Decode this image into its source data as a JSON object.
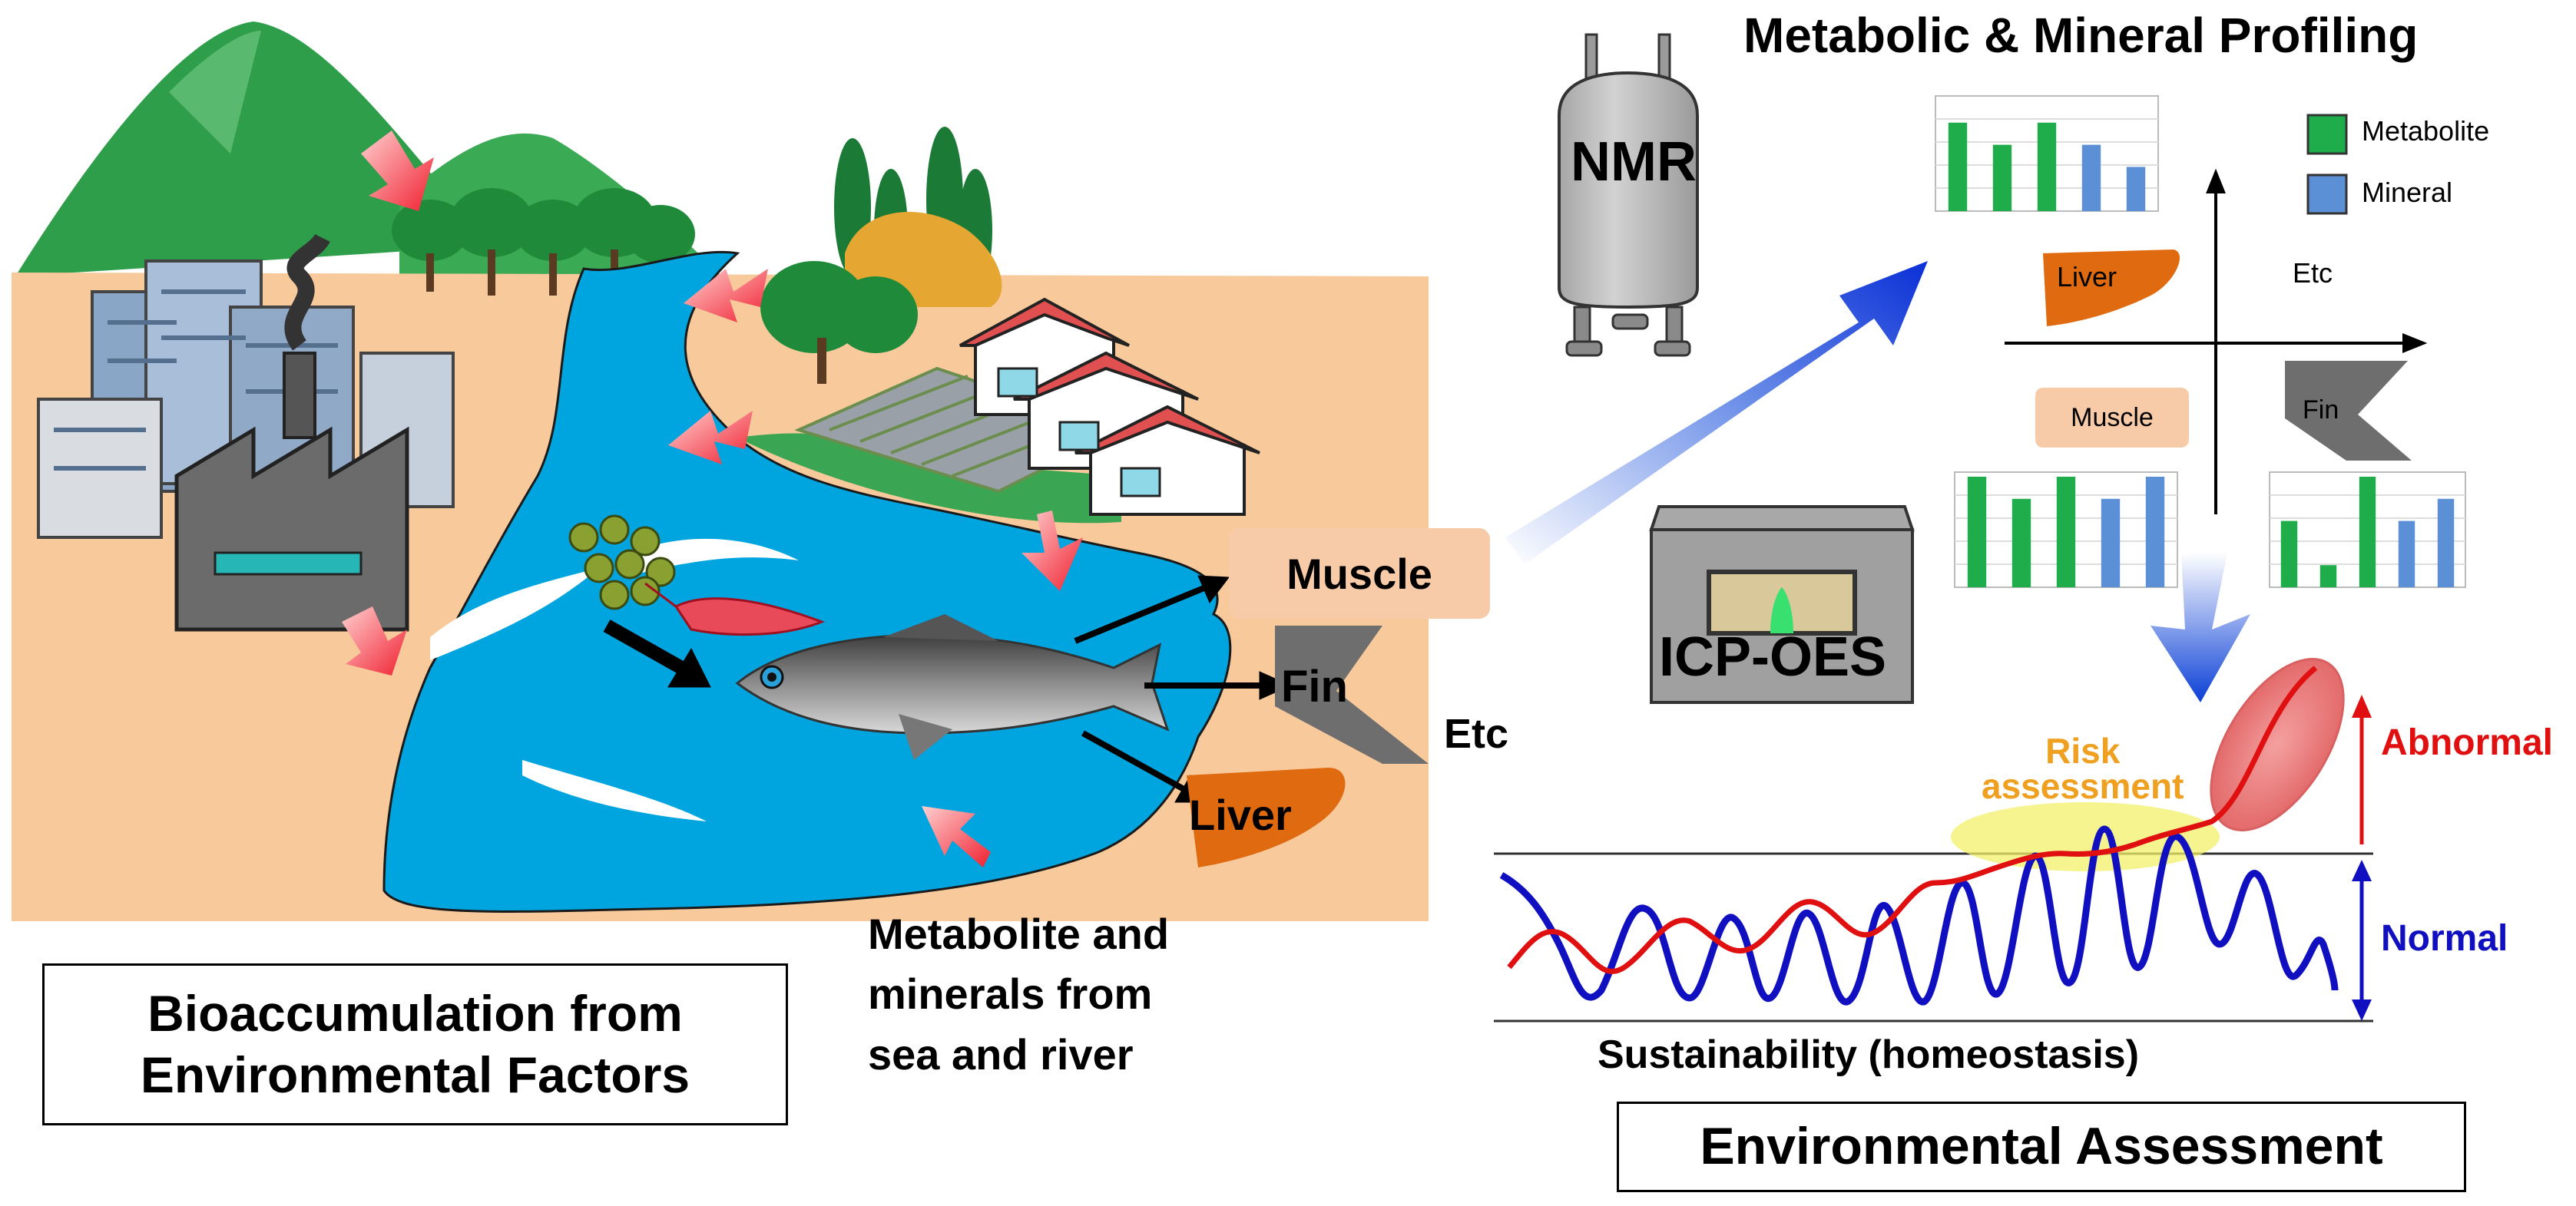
{
  "header": {
    "title": "Metabolic & Mineral Profiling"
  },
  "left_panel": {
    "caption_line1": "Bioaccumulation from",
    "caption_line2": "Environmental Factors",
    "source_line1": "Metabolite and",
    "source_line2": "minerals from",
    "source_line3": "sea and river"
  },
  "tissues": {
    "muscle": "Muscle",
    "fin": "Fin",
    "liver": "Liver",
    "etc": "Etc"
  },
  "instruments": {
    "nmr": "NMR",
    "icp": "ICP-OES"
  },
  "profiling": {
    "legend_metabolite": "Metabolite",
    "legend_mineral": "Mineral",
    "quad_liver": "Liver",
    "quad_etc": "Etc",
    "quad_muscle": "Muscle",
    "quad_fin": "Fin"
  },
  "assessment": {
    "risk_line1": "Risk",
    "risk_line2": "assessment",
    "abnormal": "Abnormal",
    "normal": "Normal",
    "sustainability": "Sustainability (homeostasis)",
    "title": "Environmental Assessment"
  },
  "colors": {
    "metabolite": "#1fad4b",
    "mineral": "#5b8fd6",
    "water": "#00a5e0",
    "liver": "#e06a10",
    "muscle": "#f8cba8",
    "abnormal": "#e01010",
    "normal": "#1010c0",
    "risk": "#f0a020"
  },
  "mini_charts": [
    {
      "values": [
        4,
        3,
        4,
        3,
        2
      ]
    },
    {
      "values": [
        5,
        4,
        5,
        4,
        5
      ]
    },
    {
      "values": [
        3,
        1,
        5,
        3,
        4
      ]
    }
  ]
}
